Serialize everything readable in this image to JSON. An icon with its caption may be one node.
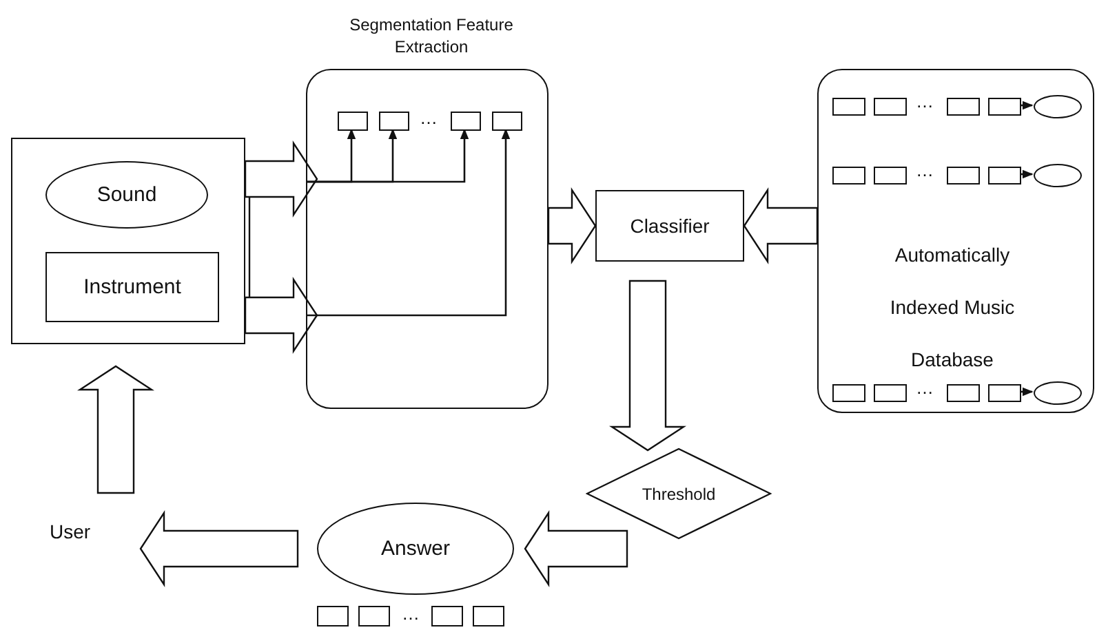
{
  "diagram": {
    "nodes": [
      {
        "text": [],
        "shape": "box"
      },
      {
        "text": [
          "Sound"
        ],
        "in": 0
      },
      {
        "text": [
          "Instrument"
        ],
        "in": 0
      },
      {
        "text": [
          "Segmentation Feature Extraction"
        ]
      },
      {
        "text": [],
        "shape": "box",
        "in": 3
      },
      {
        "text": [],
        "shape": "box",
        "in": 3
      },
      {
        "text": [],
        "shape": "box",
        "in": 3
      },
      {
        "text": [],
        "shape": "box",
        "in": 3
      },
      {
        "text": [
          "Classifier"
        ]
      },
      {
        "text": [
          "Automatically Indexed Music Database"
        ]
      },
      {
        "text": [],
        "shape": "box",
        "in": 9
      },
      {
        "text": [],
        "shape": "box",
        "in": 9
      },
      {
        "text": [],
        "shape": "box",
        "in": 9
      },
      {
        "text": [],
        "shape": "box",
        "in": 9
      },
      {
        "text": [],
        "shape": "circle",
        "in": 9
      },
      {
        "text": [],
        "shape": "box",
        "in": 9
      },
      {
        "text": [],
        "shape": "box",
        "in": 9
      },
      {
        "text": [],
        "shape": "box",
        "in": 9
      },
      {
        "text": [],
        "shape": "box",
        "in": 9
      },
      {
        "text": [],
        "shape": "circle",
        "in": 9
      },
      {
        "text": [],
        "shape": "box",
        "in": 9
      },
      {
        "text": [],
        "shape": "box",
        "in": 9
      },
      {
        "text": [],
        "shape": "box",
        "in": 9
      },
      {
        "text": [],
        "shape": "box",
        "in": 9
      },
      {
        "text": [],
        "shape": "circle",
        "in": 9
      },
      {
        "text": [
          "Threshold"
        ]
      },
      {
        "text": [
          "Answer"
        ]
      },
      {
        "text": [],
        "shape": "box"
      },
      {
        "text": [],
        "shape": "box"
      },
      {
        "text": [],
        "shape": "box"
      },
      {
        "text": [],
        "shape": "box"
      },
      {
        "text": [
          "User"
        ]
      }
    ],
    "edges": [
      {
        "from": 0,
        "to": 3,
        "arrow": "to",
        "style": "thick"
      },
      {
        "from": 0,
        "to": 3,
        "arrow": "to",
        "style": "thick"
      },
      {
        "from": 3,
        "to": 4,
        "arrow": "to"
      },
      {
        "from": 3,
        "to": 5,
        "arrow": "to"
      },
      {
        "from": 3,
        "to": 6,
        "arrow": "to"
      },
      {
        "from": 3,
        "to": 7,
        "arrow": "to"
      },
      {
        "from": 3,
        "to": 8,
        "arrow": "to",
        "style": "thick"
      },
      {
        "from": 9,
        "to": 8,
        "arrow": "to",
        "style": "thick"
      },
      {
        "from": 8,
        "to": 25,
        "arrow": "to",
        "style": "thick"
      },
      {
        "from": 25,
        "to": 26,
        "arrow": "to",
        "style": "thick"
      },
      {
        "from": 26,
        "to": 31,
        "arrow": "to",
        "style": "thick"
      },
      {
        "from": 31,
        "to": 0,
        "arrow": "to",
        "style": "thick"
      },
      {
        "from": 13,
        "to": 14,
        "arrow": "to"
      },
      {
        "from": 18,
        "to": 19,
        "arrow": "to"
      },
      {
        "from": 23,
        "to": 24,
        "arrow": "to"
      }
    ],
    "labels": [
      "…",
      "…",
      "…",
      "…",
      "…"
    ]
  }
}
